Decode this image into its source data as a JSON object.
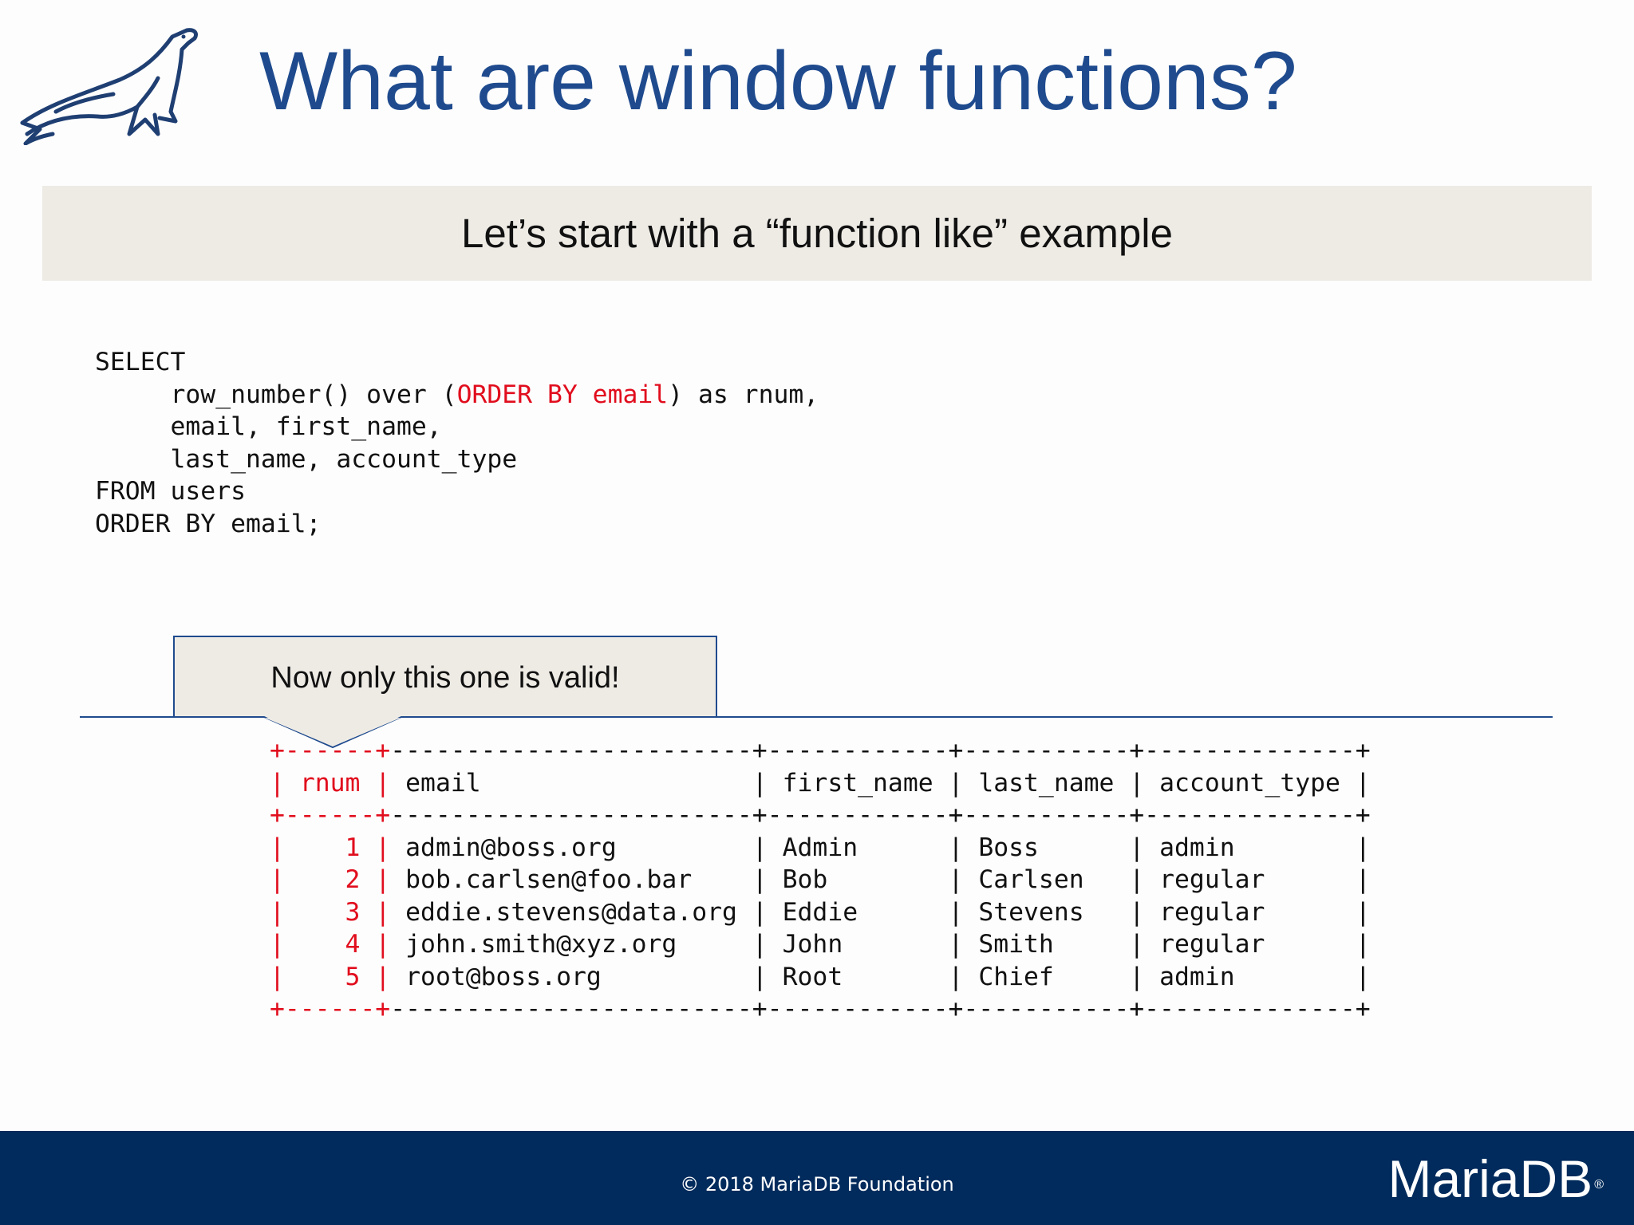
{
  "slide": {
    "title": "What are window functions?",
    "subtitle": "Let’s start with a “function like” example",
    "logo_icon": "sea-lion-icon"
  },
  "code": {
    "lines": [
      [
        {
          "text": "SELECT",
          "highlight": false
        }
      ],
      [
        {
          "text": "     row_number() over (",
          "highlight": false
        },
        {
          "text": "ORDER BY email",
          "highlight": true
        },
        {
          "text": ") as rnum,",
          "highlight": false
        }
      ],
      [
        {
          "text": "     email, first_name,",
          "highlight": false
        }
      ],
      [
        {
          "text": "     last_name, account_type",
          "highlight": false
        }
      ],
      [
        {
          "text": "FROM users",
          "highlight": false
        }
      ],
      [
        {
          "text": "ORDER BY email;",
          "highlight": false
        }
      ]
    ]
  },
  "callout": {
    "text": "Now only this one is valid!"
  },
  "result": {
    "columns": [
      "rnum",
      "email",
      "first_name",
      "last_name",
      "account_type"
    ],
    "rows": [
      [
        "1",
        "admin@boss.org",
        "Admin",
        "Boss",
        "admin"
      ],
      [
        "2",
        "bob.carlsen@foo.bar",
        "Bob",
        "Carlsen",
        "regular"
      ],
      [
        "3",
        "eddie.stevens@data.org",
        "Eddie",
        "Stevens",
        "regular"
      ],
      [
        "4",
        "john.smith@xyz.org",
        "John",
        "Smith",
        "regular"
      ],
      [
        "5",
        "root@boss.org",
        "Root",
        "Chief",
        "admin"
      ]
    ]
  },
  "footer": {
    "copyright": "© 2018 MariaDB Foundation",
    "brand": "MariaDB",
    "brand_mark": "®"
  },
  "colors": {
    "title": "#1f4b8e",
    "highlight": "#e10d1d",
    "band": "#eeebe5",
    "footer": "#002b5c"
  }
}
